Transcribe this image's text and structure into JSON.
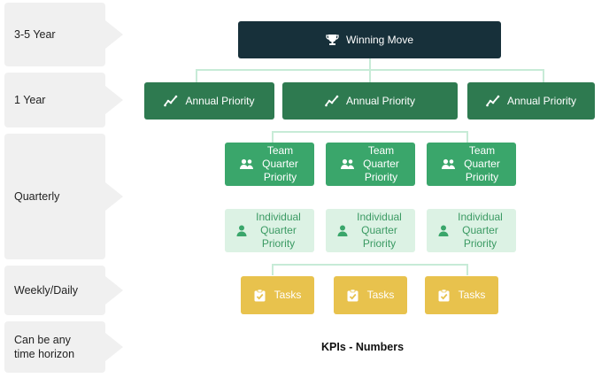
{
  "rows": [
    {
      "label": "3-5 Year"
    },
    {
      "label": "1 Year"
    },
    {
      "label": "Quarterly"
    },
    {
      "label": "Weekly/Daily"
    },
    {
      "label": "Can be any time horizon"
    }
  ],
  "winning_move": {
    "label": "Winning Move",
    "icon": "trophy-icon"
  },
  "annual": [
    {
      "label": "Annual Priority",
      "icon": "trend-icon"
    },
    {
      "label": "Annual Priority",
      "icon": "trend-icon"
    },
    {
      "label": "Annual Priority",
      "icon": "trend-icon"
    }
  ],
  "team": [
    {
      "label": "Team Quarter Priority",
      "icon": "group-icon"
    },
    {
      "label": "Team Quarter Priority",
      "icon": "group-icon"
    },
    {
      "label": "Team Quarter Priority",
      "icon": "group-icon"
    }
  ],
  "individual": [
    {
      "label": "Individual Quarter Priority",
      "icon": "person-icon"
    },
    {
      "label": "Individual Quarter Priority",
      "icon": "person-icon"
    },
    {
      "label": "Individual Quarter Priority",
      "icon": "person-icon"
    }
  ],
  "tasks": [
    {
      "label": "Tasks",
      "icon": "clipboard-check-icon"
    },
    {
      "label": "Tasks",
      "icon": "clipboard-check-icon"
    },
    {
      "label": "Tasks",
      "icon": "clipboard-check-icon"
    }
  ],
  "kpi": {
    "label": "KPIs - Numbers"
  },
  "colors": {
    "winning": "#17303a",
    "annual": "#2e7a50",
    "team": "#3aa66b",
    "individual": "#dcf2e4",
    "tasks": "#e8c24d",
    "connector": "#c7ebd7",
    "row_label_bg": "#f0f0f0"
  }
}
